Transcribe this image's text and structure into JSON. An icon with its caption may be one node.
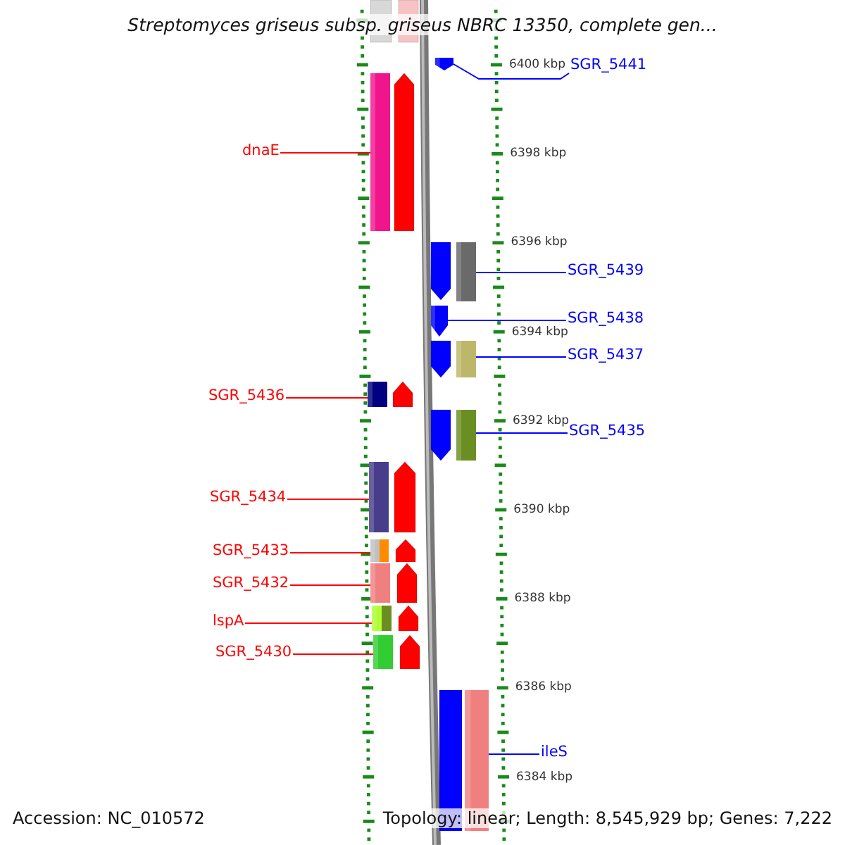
{
  "diagram": {
    "title": "Streptomyces griseus subsp. griseus NBRC 13350, complete gen...",
    "nodes": [
      {
        "text": [
          "SGR_5441"
        ]
      },
      {
        "text": [
          "dnaE"
        ]
      },
      {
        "text": [
          "SGR_5439"
        ]
      },
      {
        "text": [
          "SGR_5438"
        ]
      },
      {
        "text": [
          "SGR_5437"
        ]
      },
      {
        "text": [
          "SGR_5436"
        ]
      },
      {
        "text": [
          "SGR_5435"
        ]
      },
      {
        "text": [
          "SGR_5434"
        ]
      },
      {
        "text": [
          "SGR_5433"
        ]
      },
      {
        "text": [
          "SGR_5432"
        ]
      },
      {
        "text": [
          "lspA"
        ]
      },
      {
        "text": [
          "SGR_5430"
        ]
      },
      {
        "text": [
          "ileS"
        ]
      },
      {
        "text": [],
        "shape": "arrow"
      },
      {
        "text": [],
        "shape": "bar"
      },
      {
        "text": [],
        "shape": "bar"
      },
      {
        "text": [],
        "shape": "arrow"
      },
      {
        "text": [],
        "shape": "bar"
      },
      {
        "text": [],
        "shape": "bar"
      },
      {
        "text": [],
        "shape": "bar"
      },
      {
        "text": [],
        "shape": "bar"
      },
      {
        "text": [],
        "shape": "bar"
      },
      {
        "text": [],
        "shape": "bar"
      },
      {
        "text": [],
        "shape": "bar"
      },
      {
        "text": [],
        "shape": "bar"
      },
      {
        "text": [],
        "shape": "bar"
      }
    ],
    "edges": [
      {
        "from": 0,
        "to": 13,
        "arrow": "none",
        "color": "#0000ff"
      },
      {
        "from": 1,
        "to": 14,
        "arrow": "none"
      },
      {
        "from": 2,
        "to": 15,
        "arrow": "none",
        "color": "#0000ff"
      },
      {
        "from": 3,
        "to": 16,
        "arrow": "none",
        "color": "#0000ff"
      },
      {
        "from": 4,
        "to": 17,
        "arrow": "none",
        "color": "#0000ff"
      },
      {
        "from": 5,
        "to": 18,
        "arrow": "none"
      },
      {
        "from": 6,
        "to": 19,
        "arrow": "none",
        "color": "#0000ff"
      },
      {
        "from": 7,
        "to": 20,
        "arrow": "none"
      },
      {
        "from": 8,
        "to": 21,
        "arrow": "none"
      },
      {
        "from": 9,
        "to": 22,
        "arrow": "none"
      },
      {
        "from": 10,
        "to": 23,
        "arrow": "none"
      },
      {
        "from": 11,
        "to": 24,
        "arrow": "none"
      },
      {
        "from": 12,
        "to": 25,
        "arrow": "none",
        "color": "#0000ff"
      }
    ],
    "labels": [
      "6400 kbp",
      "6398 kbp",
      "6396 kbp",
      "6394 kbp",
      "6392 kbp",
      "6390 kbp",
      "6388 kbp",
      "6386 kbp",
      "6384 kbp",
      "Accession: NC_010572",
      "Topology: linear; Length: 8,545,929 bp; Genes: 7,222"
    ]
  }
}
